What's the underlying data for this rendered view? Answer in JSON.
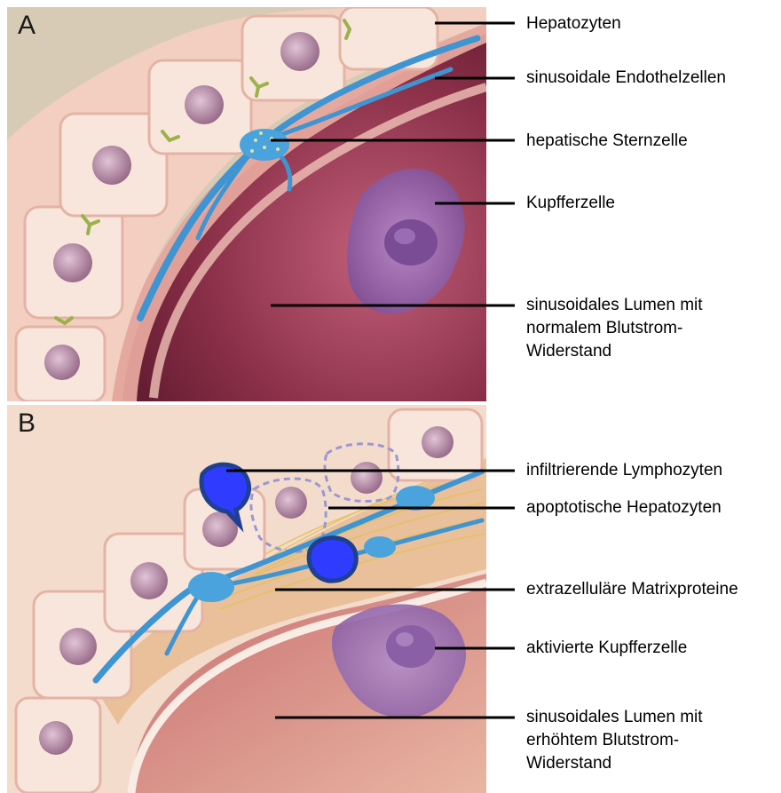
{
  "panels": [
    {
      "letter": "A",
      "labels": [
        {
          "lines": [
            "Hepatozyten"
          ]
        },
        {
          "lines": [
            "sinusoidale Endothelzellen"
          ]
        },
        {
          "lines": [
            "hepatische Sternzelle"
          ]
        },
        {
          "lines": [
            "Kupfferzelle"
          ]
        },
        {
          "lines": [
            "sinusoidales Lumen mit",
            "normalem Blutstrom-",
            "Widerstand"
          ]
        }
      ]
    },
    {
      "letter": "B",
      "labels": [
        {
          "lines": [
            "infiltrierende Lymphozyten"
          ]
        },
        {
          "lines": [
            "apoptotische Hepatozyten"
          ]
        },
        {
          "lines": [
            "extrazelluläre Matrixproteine"
          ]
        },
        {
          "lines": [
            "aktivierte Kupfferzelle"
          ]
        },
        {
          "lines": [
            "sinusoidales Lumen mit",
            "erhöhtem Blutstrom-",
            "Widerstand"
          ]
        }
      ]
    }
  ],
  "colors": {
    "hepatocyte": "#f6e1d6",
    "nucleus": "#b58aa5",
    "endothelium": "#e6a59d",
    "stellate_cell": "#4aa3dc",
    "kupffer_cell": "#9a6ab0",
    "lumen": "#8a2f48",
    "lymphocyte": "#2f3cff",
    "matrix_fibers": "#e2c25a"
  }
}
